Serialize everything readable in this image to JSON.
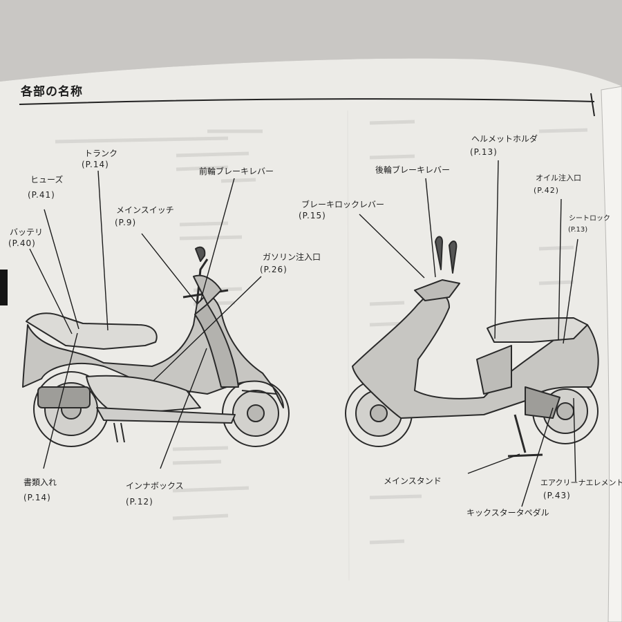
{
  "page": {
    "title": "各部の名称"
  },
  "labels": {
    "trunk": {
      "name": "トランク",
      "ref": "(P.14)"
    },
    "fuse": {
      "name": "ヒューズ",
      "ref": "(P.41)"
    },
    "battery": {
      "name": "バッテリ",
      "ref": "(P.40)"
    },
    "main_switch": {
      "name": "メインスイッチ",
      "ref": "(P.9)"
    },
    "front_brake_lever": {
      "name": "前輪ブレーキレバー"
    },
    "fuel_inlet": {
      "name": "ガソリン注入口",
      "ref": "(P.26)"
    },
    "document_holder": {
      "name": "書類入れ",
      "ref": "(P.14)"
    },
    "inner_box": {
      "name": "インナボックス",
      "ref": "(P.12)"
    },
    "rear_brake_lever": {
      "name": "後輪ブレーキレバー"
    },
    "brake_lock_lever": {
      "name": "ブレーキロックレバー",
      "ref": "(P.15)"
    },
    "helmet_holder": {
      "name": "ヘルメットホルダ",
      "ref": "(P.13)"
    },
    "oil_inlet": {
      "name": "オイル注入口",
      "ref": "(P.42)"
    },
    "seat_lock": {
      "name": "シートロック",
      "ref": "(P.13)"
    },
    "main_stand": {
      "name": "メインスタンド"
    },
    "air_cleaner": {
      "name": "エアクリーナエレメント",
      "ref": "(P.43)"
    },
    "kick_starter": {
      "name": "キックスタータペダル"
    }
  }
}
